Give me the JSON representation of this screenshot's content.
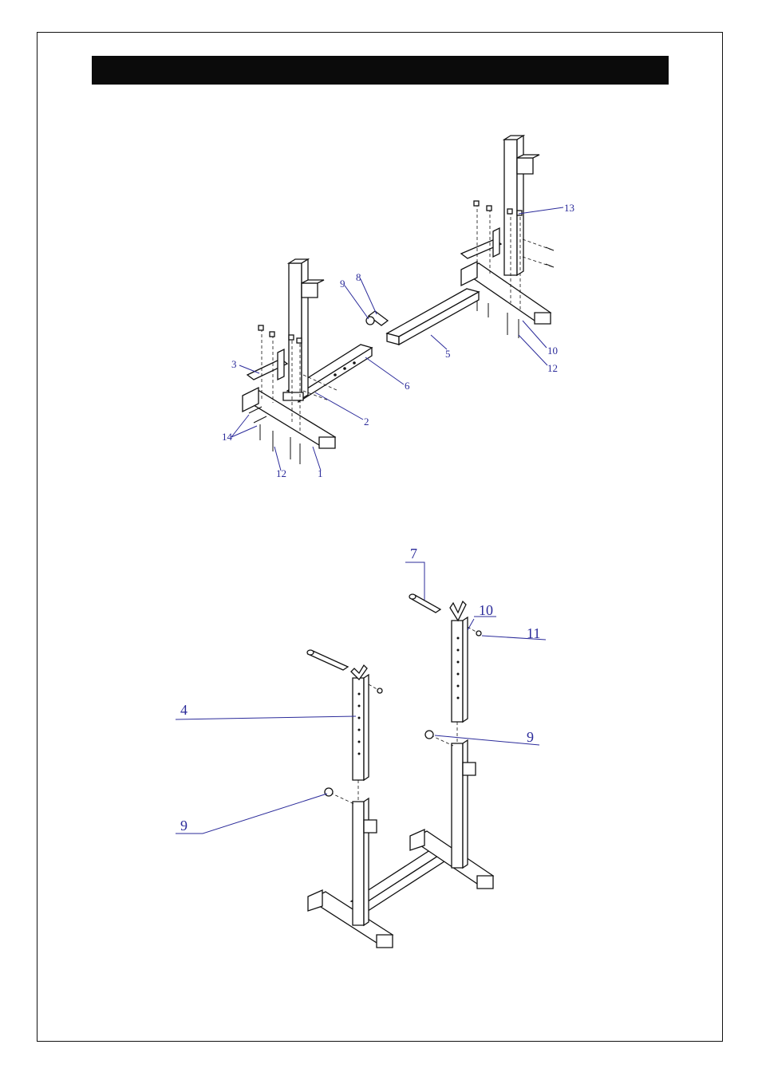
{
  "header": {
    "title": ""
  },
  "diagram_top": {
    "callouts": [
      "1",
      "2",
      "3",
      "5",
      "6",
      "8",
      "9",
      "10",
      "12",
      "12",
      "13",
      "14"
    ]
  },
  "diagram_bottom": {
    "callouts": [
      "4",
      "7",
      "9",
      "9",
      "10",
      "11"
    ]
  },
  "colors": {
    "frame": "#111111",
    "title_bar": "#0b0b0b",
    "callout": "#2b2b9a"
  }
}
